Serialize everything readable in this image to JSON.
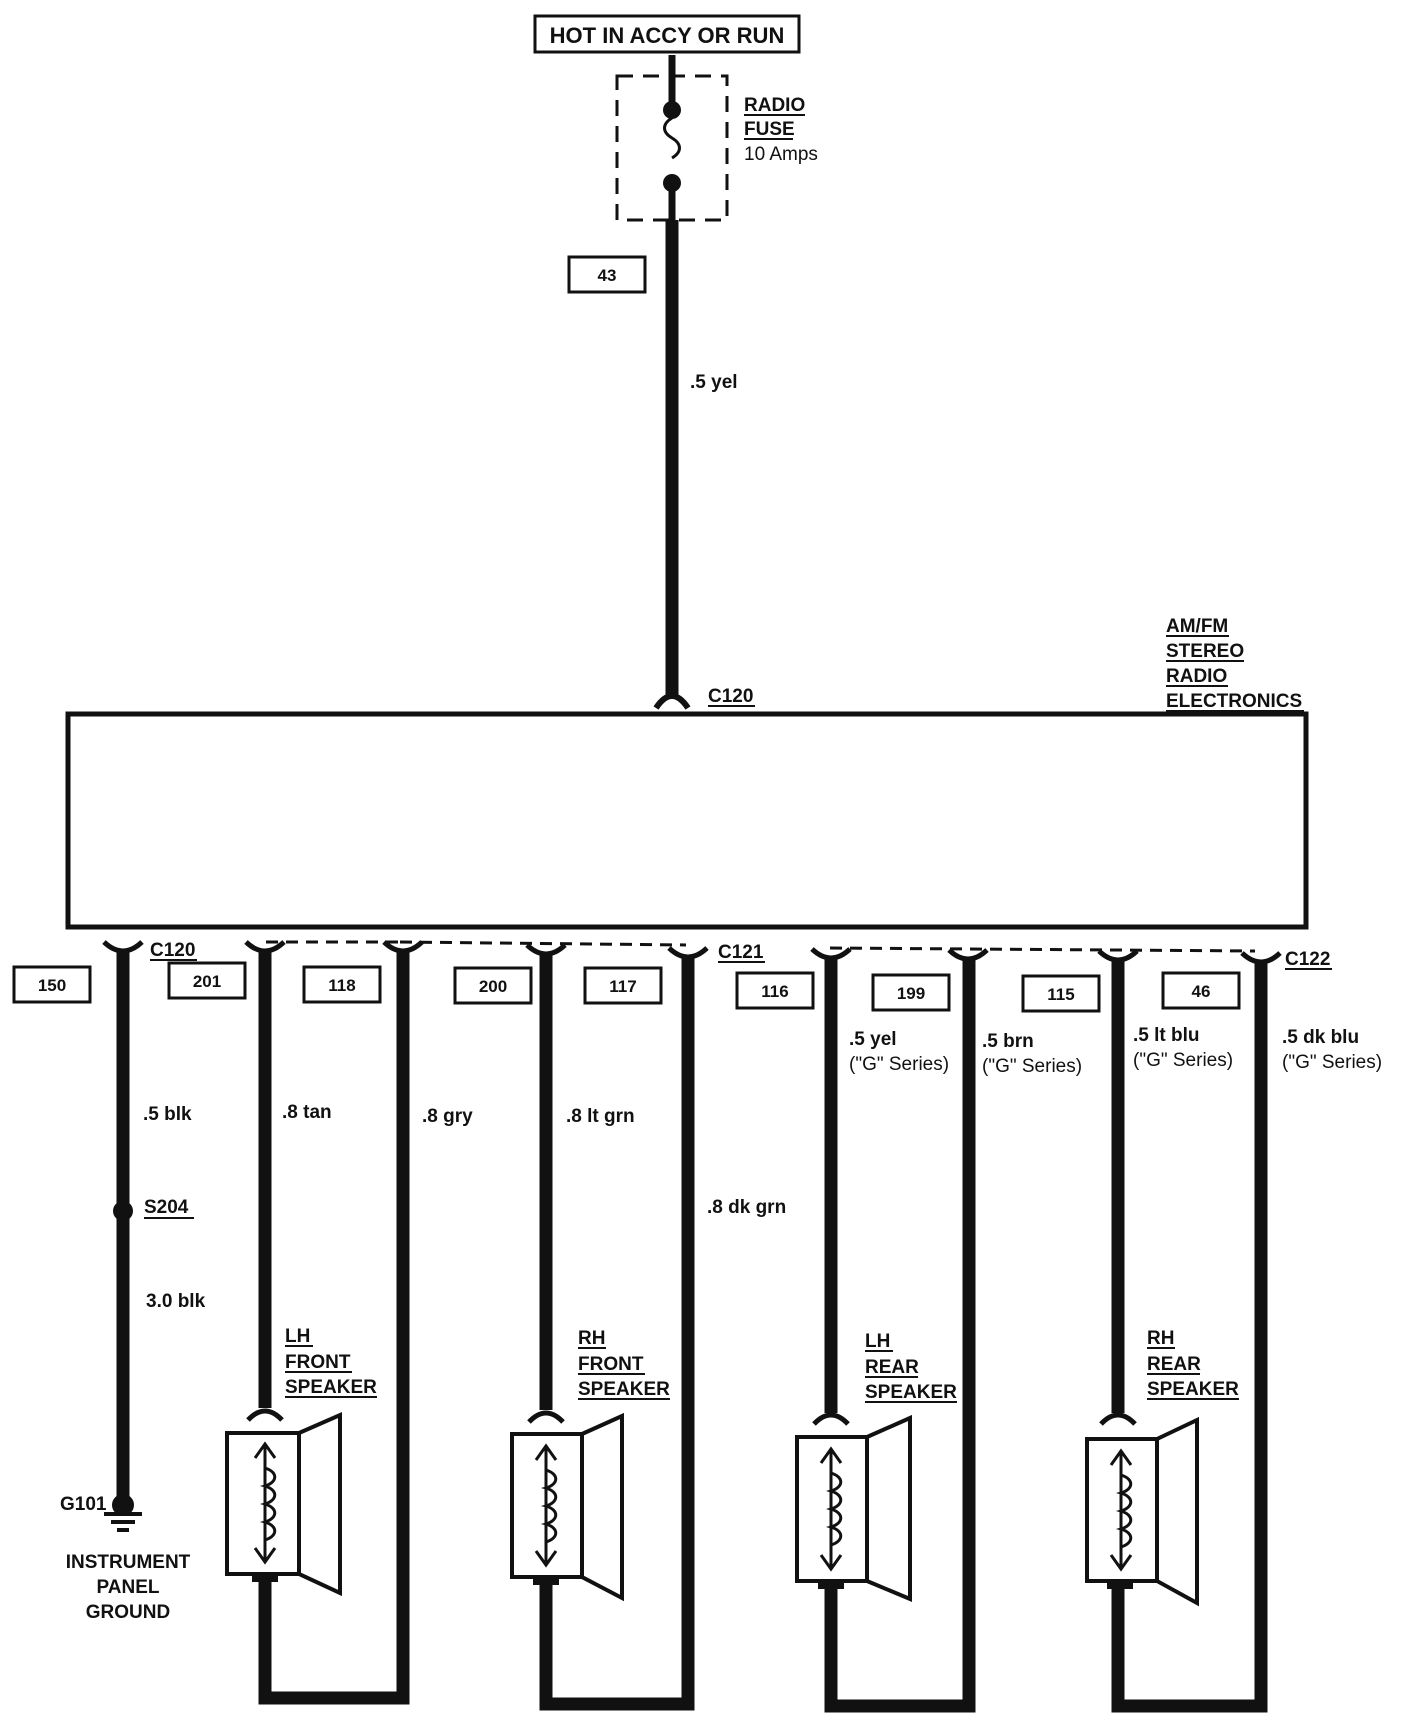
{
  "header": {
    "power_label": "HOT IN ACCY OR RUN"
  },
  "fuse": {
    "line1": "RADIO",
    "line2": "FUSE",
    "line3": "10 Amps"
  },
  "feed": {
    "circuit": "43",
    "wire": ".5 yel",
    "connector": "C120"
  },
  "radio": {
    "line1": "AM/FM",
    "line2": "STEREO",
    "line3": "RADIO",
    "line4": "ELECTRONICS"
  },
  "connectors": {
    "c120": "C120",
    "c121": "C121",
    "c122": "C122"
  },
  "ground": {
    "circuit": "150",
    "wire_upper": ".5 blk",
    "splice": "S204",
    "wire_lower": "3.0 blk",
    "ground_id": "G101",
    "label_line1": "INSTRUMENT",
    "label_line2": "PANEL",
    "label_line3": "GROUND"
  },
  "speakers": {
    "lh_front": {
      "line1": "LH",
      "line2": "FRONT",
      "line3": "SPEAKER",
      "circuit_a": "201",
      "wire_a": ".8 tan",
      "circuit_b": "118",
      "wire_b": ".8 gry"
    },
    "rh_front": {
      "line1": "RH",
      "line2": "FRONT",
      "line3": "SPEAKER",
      "circuit_a": "200",
      "wire_a": ".8 lt grn",
      "circuit_b": "117",
      "wire_b": ".8 dk grn"
    },
    "lh_rear": {
      "line1": "LH",
      "line2": "REAR",
      "line3": "SPEAKER",
      "circuit_left": "116",
      "circuit_a": "199",
      "wire_a": ".5 yel",
      "note_a": "(\"G\" Series)",
      "circuit_b": "115",
      "wire_b": ".5 brn",
      "note_b": "(\"G\" Series)"
    },
    "rh_rear": {
      "line1": "RH",
      "line2": "REAR",
      "line3": "SPEAKER",
      "circuit_a": "46",
      "wire_a": ".5 lt blu",
      "note_a": "(\"G\" Series)",
      "wire_b": ".5 dk blu",
      "note_b": "(\"G\" Series)"
    }
  }
}
